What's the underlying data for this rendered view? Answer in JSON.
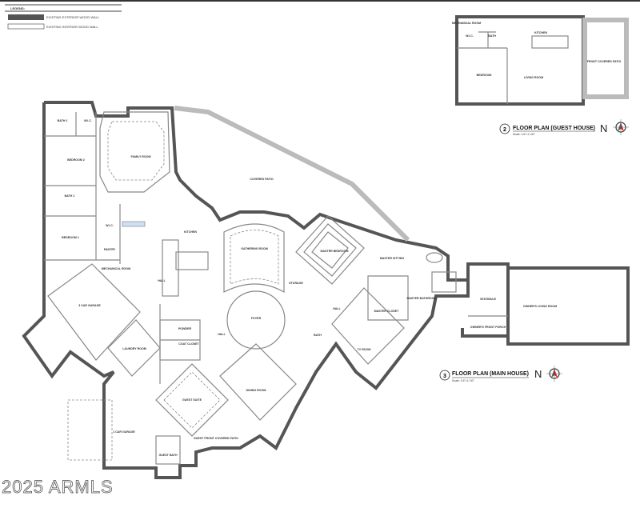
{
  "legend": {
    "title": "LEGEND:",
    "items": [
      {
        "label": "EXISTING EXTERIOR WOOD WALL",
        "swatch": "#555555"
      },
      {
        "label": "EXISTING INTERIOR WOOD WALL",
        "swatch": "#ffffff"
      }
    ]
  },
  "guest_house": {
    "number": "2",
    "title": "FLOOR PLAN (GUEST HOUSE)",
    "north": "N",
    "scale": "Scale: 1/4\"=1'-00\"",
    "rooms": [
      "MECHANICAL ROOM",
      "W.I.C.",
      "BATH",
      "KITCHEN",
      "BEDROOM",
      "LIVING ROOM",
      "FRONT COVERED PATIO"
    ]
  },
  "main_house": {
    "number": "3",
    "title": "FLOOR PLAN (MAIN HOUSE)",
    "north": "N",
    "scale": "Scale: 1/4\"=1'-00\"",
    "rooms": [
      "BATH 2",
      "W.I.C.",
      "BEDROOM 2",
      "FAMILY ROOM",
      "COVERED PATIO",
      "BATH 1",
      "W.I.C.",
      "BEDROOM 1",
      "PANTRY",
      "MECHANICAL ROOM",
      "KITCHEN",
      "GATHERING ROOM",
      "MASTER BEDROOM",
      "MASTER SITTING",
      "STORAGE",
      "MASTER CLOSET",
      "MASTER BATHROOM",
      "3 CAR GARAGE",
      "LAUNDRY ROOM",
      "POWDER",
      "COAT CLOSET",
      "FOYER",
      "HALL",
      "BATH",
      "TV ROOM",
      "DINING ROOM",
      "GUEST SUITE",
      "1 CAR GARAGE",
      "GUEST BATH",
      "GUEST FRONT COVERED PATIO",
      "VESTIBULE",
      "OWNER'S FRONT PORCH",
      "OWNER'S LIVING ROOM",
      "HALL",
      "HALL"
    ]
  },
  "compass_accent": "#cc2222",
  "watermark": "2025 ARMLS"
}
